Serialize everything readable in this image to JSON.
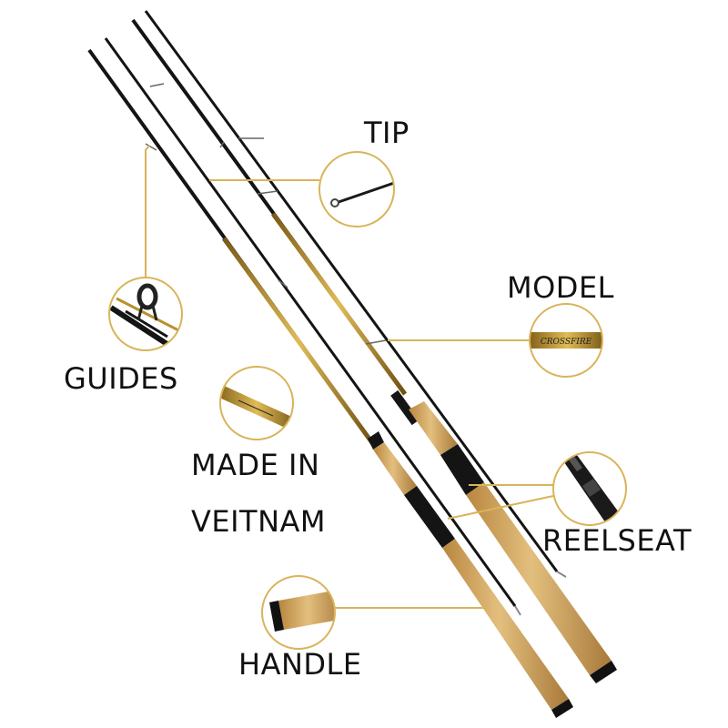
{
  "labels": {
    "tip": "TIP",
    "model": "MODEL",
    "guides": "GUIDES",
    "made_in_line1": "MADE IN",
    "made_in_line2": "VEITNAM",
    "reelseat": "REELSEAT",
    "handle": "HANDLE"
  },
  "brand_mark": "CROSSFIRE",
  "colors": {
    "background": "#ffffff",
    "callout_gold": "#d9b45a",
    "blank_black": "#141414",
    "gold_section": "#b8912c",
    "cork": "#d6ad6a",
    "label_text": "#111111"
  }
}
